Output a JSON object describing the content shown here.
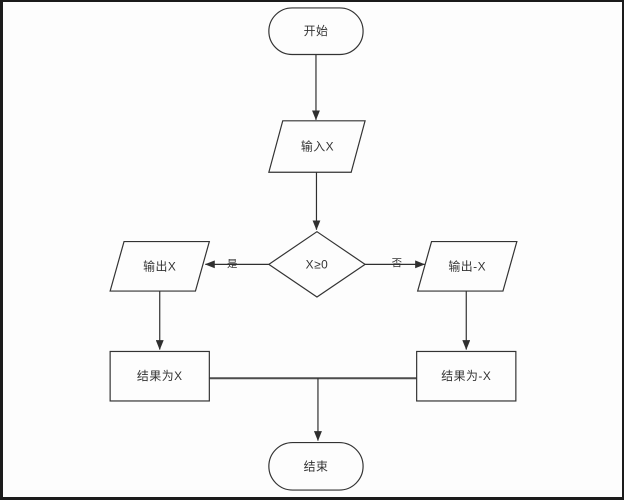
{
  "diagram": {
    "type": "flowchart",
    "colors": {
      "background": "#fdfdfd",
      "stroke": "#333333",
      "text": "#333333",
      "frame": "#1b1b1b"
    },
    "nodes": {
      "start": {
        "label": "开始",
        "shape": "terminator-stadium"
      },
      "input_x": {
        "label": "输入X",
        "shape": "io-parallelogram"
      },
      "decision": {
        "label": "X≥0",
        "shape": "decision-diamond"
      },
      "output_x": {
        "label": "输出X",
        "shape": "io-parallelogram"
      },
      "output_neg_x": {
        "label": "输出-X",
        "shape": "io-parallelogram"
      },
      "result_x": {
        "label": "结果为X",
        "shape": "process-rectangle"
      },
      "result_neg_x": {
        "label": "结果为-X",
        "shape": "process-rectangle"
      },
      "end": {
        "label": "结束",
        "shape": "terminator-stadium"
      }
    },
    "edge_labels": {
      "yes": "是",
      "no": "否"
    }
  }
}
